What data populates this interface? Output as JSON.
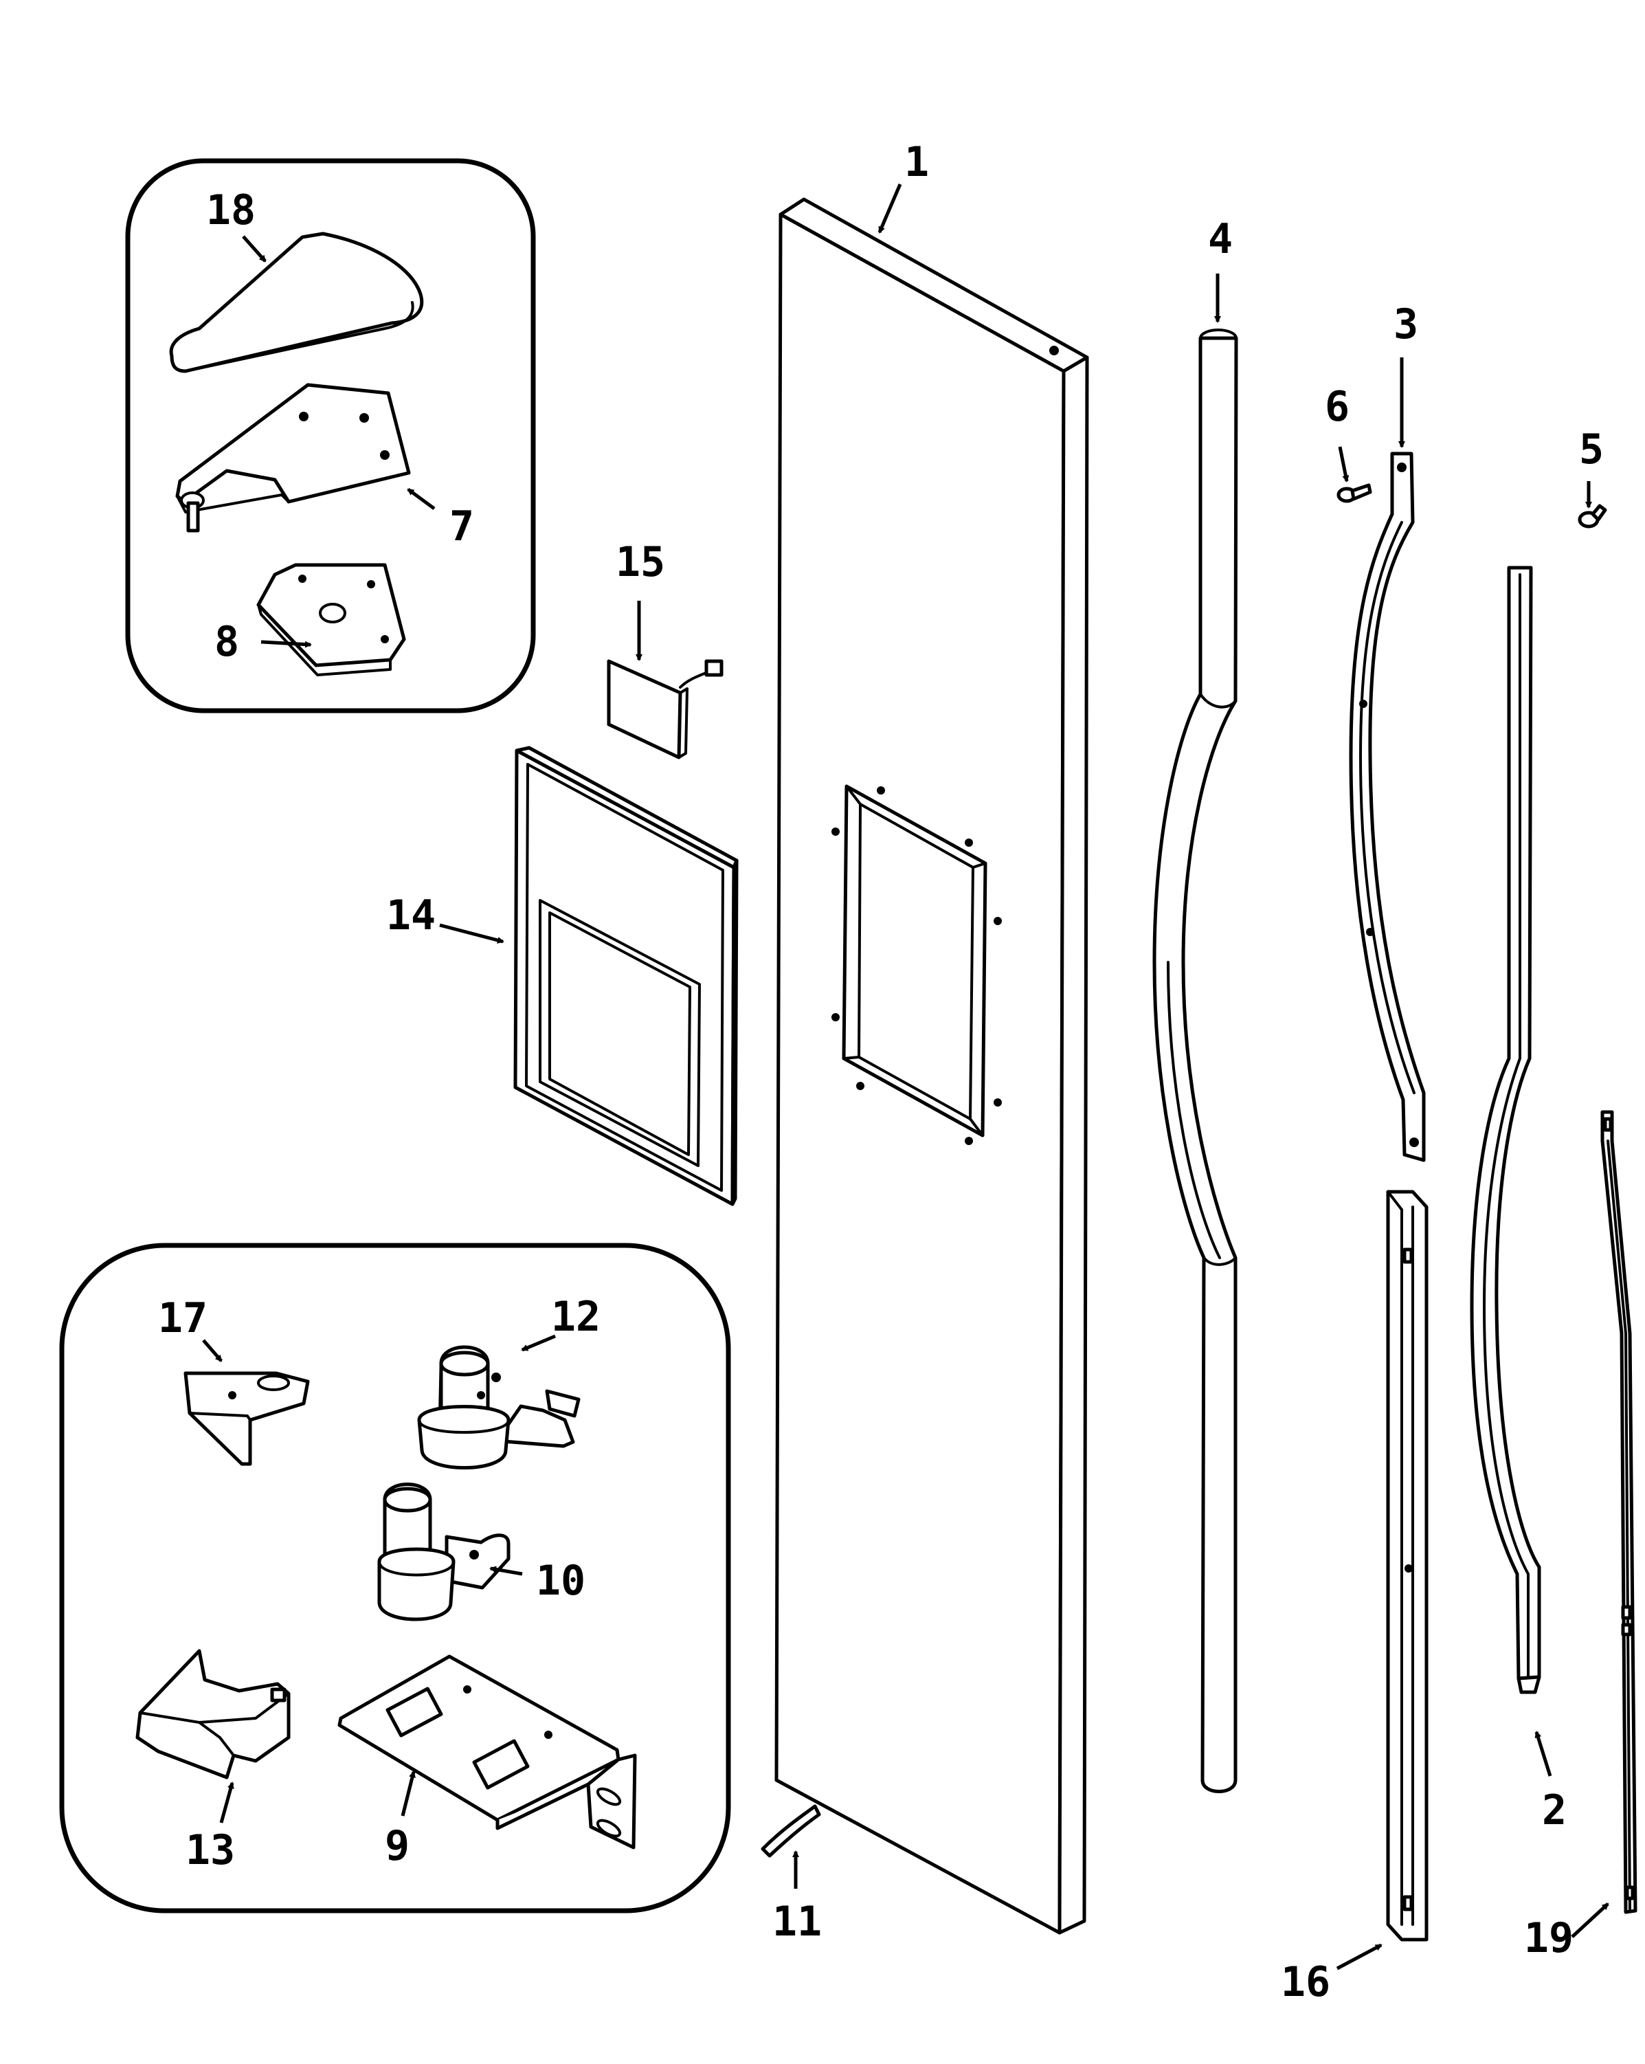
{
  "callouts": [
    {
      "id": "1",
      "label": "1"
    },
    {
      "id": "2",
      "label": "2"
    },
    {
      "id": "3",
      "label": "3"
    },
    {
      "id": "4",
      "label": "4"
    },
    {
      "id": "5",
      "label": "5"
    },
    {
      "id": "6",
      "label": "6"
    },
    {
      "id": "7",
      "label": "7"
    },
    {
      "id": "8",
      "label": "8"
    },
    {
      "id": "9",
      "label": "9"
    },
    {
      "id": "10",
      "label": "10"
    },
    {
      "id": "11",
      "label": "11"
    },
    {
      "id": "12",
      "label": "12"
    },
    {
      "id": "13",
      "label": "13"
    },
    {
      "id": "14",
      "label": "14"
    },
    {
      "id": "15",
      "label": "15"
    },
    {
      "id": "16",
      "label": "16"
    },
    {
      "id": "17",
      "label": "17"
    },
    {
      "id": "18",
      "label": "18"
    },
    {
      "id": "19",
      "label": "19"
    }
  ]
}
